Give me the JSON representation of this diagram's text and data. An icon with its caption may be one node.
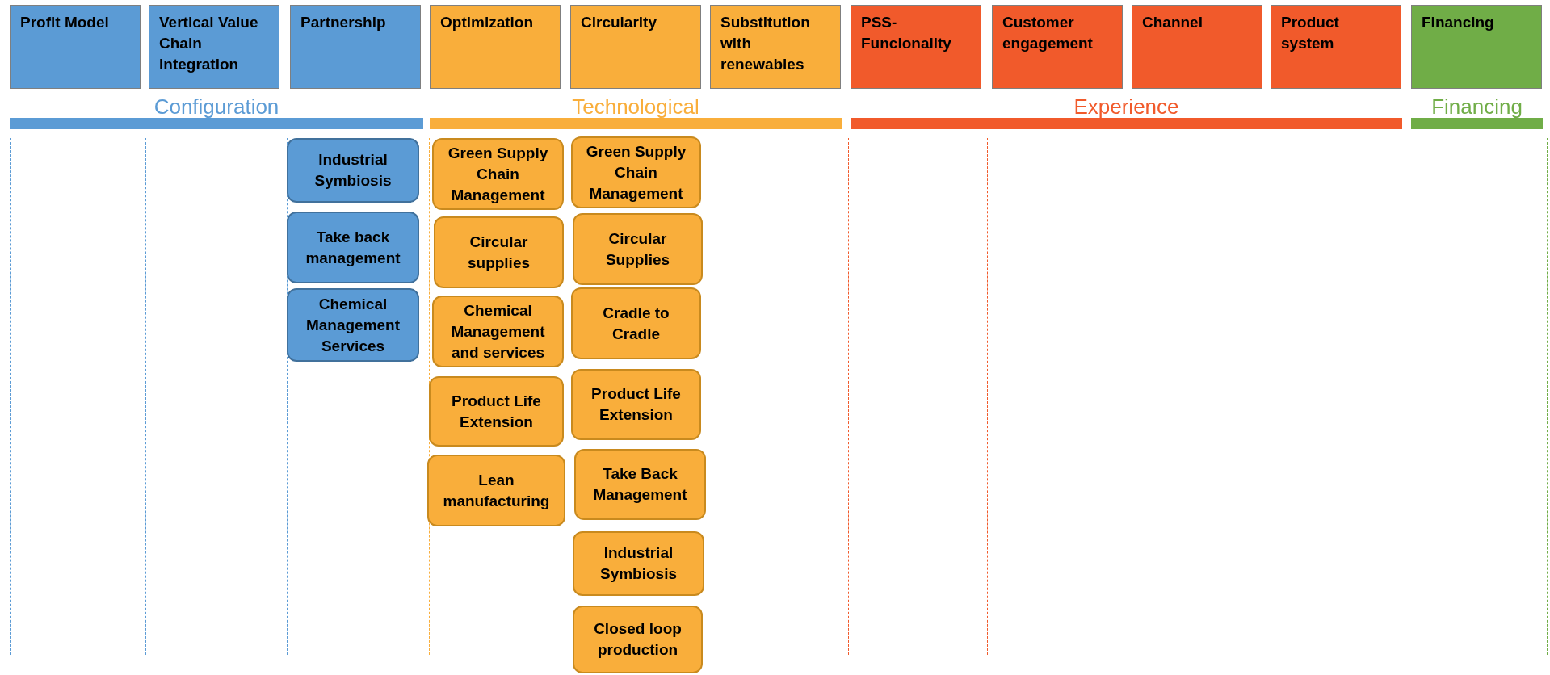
{
  "diagram": {
    "nodes": [
      {
        "text": [
          "Profit Model"
        ]
      },
      {
        "text": [
          "Vertical Value Chain Integration"
        ]
      },
      {
        "text": [
          "Partnership"
        ]
      },
      {
        "text": [
          "Optimization"
        ]
      },
      {
        "text": [
          "Circularity"
        ]
      },
      {
        "text": [
          "Substitution with renewables"
        ]
      },
      {
        "text": [
          "PSS-Funcionality"
        ]
      },
      {
        "text": [
          "Customer engagement"
        ]
      },
      {
        "text": [
          "Channel"
        ]
      },
      {
        "text": [
          "Product system"
        ]
      },
      {
        "text": [
          "Financing"
        ]
      },
      {
        "text": [
          "Configuration"
        ]
      },
      {
        "text": [
          "Technological"
        ]
      },
      {
        "text": [
          "Experience"
        ]
      },
      {
        "text": [
          "Financing"
        ]
      },
      {
        "text": [
          "Industrial Symbiosis"
        ]
      },
      {
        "text": [
          "Take back management"
        ]
      },
      {
        "text": [
          "Chemical Management Services"
        ]
      },
      {
        "text": [
          "Green Supply Chain Management"
        ]
      },
      {
        "text": [
          "Circular supplies"
        ]
      },
      {
        "text": [
          "Chemical Management and services"
        ]
      },
      {
        "text": [
          "Product Life Extension"
        ]
      },
      {
        "text": [
          "Lean manufacturing"
        ]
      },
      {
        "text": [
          "Green Supply Chain Management"
        ]
      },
      {
        "text": [
          "Circular Supplies"
        ]
      },
      {
        "text": [
          "Cradle to Cradle"
        ]
      },
      {
        "text": [
          "Product Life Extension"
        ]
      },
      {
        "text": [
          "Take Back Management"
        ]
      },
      {
        "text": [
          "Industrial Symbiosis"
        ]
      },
      {
        "text": [
          "Closed loop production"
        ]
      }
    ]
  }
}
